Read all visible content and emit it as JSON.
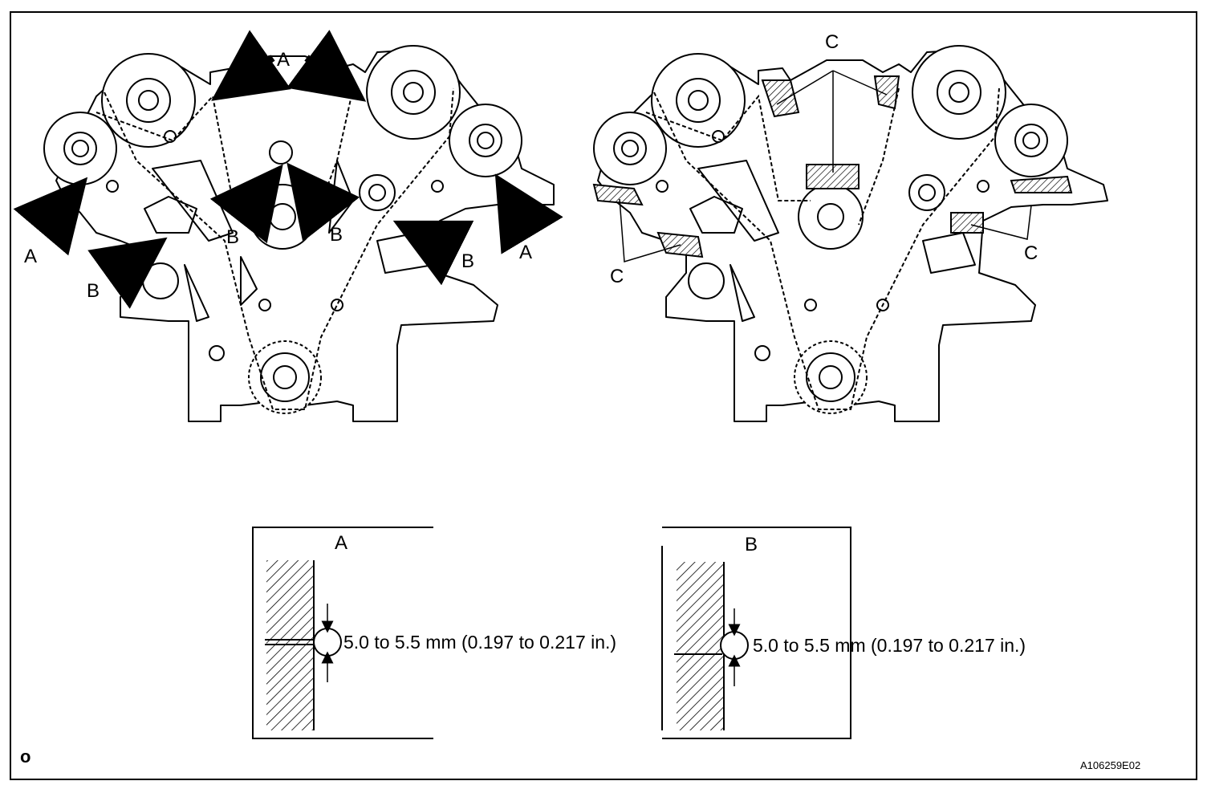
{
  "labels": {
    "a": "A",
    "b": "B",
    "c": "C"
  },
  "detail_a": {
    "title": "A",
    "spec": "5.0 to 5.5 mm (0.197 to 0.217 in.)"
  },
  "detail_b": {
    "title": "B",
    "spec": "5.0 to 5.5 mm (0.197 to 0.217 in.)"
  },
  "corner_mark": "o",
  "figure_id": "A106259E02"
}
